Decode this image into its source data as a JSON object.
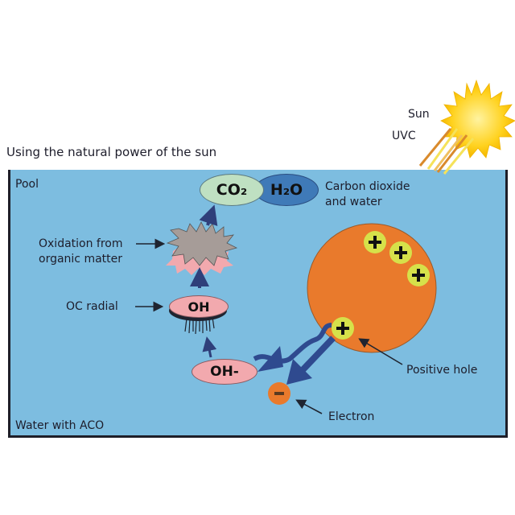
{
  "title": "Using the natural power of the sun",
  "sun": {
    "label": "Sun",
    "uvc_label": "UVC",
    "color": "#ffd21f"
  },
  "pool": {
    "label": "Pool",
    "bottom_label": "Water with ACO",
    "water_color": "#7dbde0"
  },
  "molecules": {
    "co2": "CO₂",
    "h2o": "H₂O",
    "oh": "OH",
    "oh_minus": "OH-"
  },
  "labels": {
    "products_line1": "Carbon dioxide",
    "products_line2": "and water",
    "oxidation_line1": "Oxidation from",
    "oxidation_line2": "organic matter",
    "oc_radial": "OC radial",
    "positive_hole": "Positive hole",
    "electron": "Electron"
  },
  "particle": {
    "color": "#e97a2c",
    "hole_symbol": "+",
    "electron_symbol": "–",
    "hole_color": "#d6e14a"
  },
  "colors": {
    "arrow": "#2f3f7a",
    "co2_fill": "#bfe0c2",
    "h2o_fill": "#3f7ab8",
    "oh_fill": "#f2a9ae",
    "organic_fill": "#a69c98",
    "organic_shadow": "#f2a9ae"
  }
}
